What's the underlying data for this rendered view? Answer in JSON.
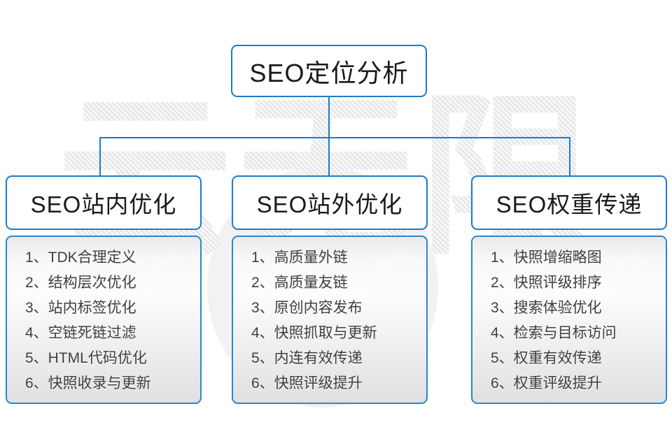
{
  "diagram": {
    "root": {
      "title": "SEO定位分析"
    },
    "watermark": {
      "text": "云无限"
    },
    "columns": [
      {
        "title": "SEO站内优化",
        "items": [
          "1、TDK合理定义",
          "2、结构层次优化",
          "3、站内标签优化",
          "4、空链死链过滤",
          "5、HTML代码优化",
          "6、快照收录与更新"
        ]
      },
      {
        "title": "SEO站外优化",
        "items": [
          "1、高质量外链",
          "2、高质量友链",
          "3、原创内容发布",
          "4、快照抓取与更新",
          "5、内连有效传递",
          "6、快照评级提升"
        ]
      },
      {
        "title": "SEO权重传递",
        "items": [
          "1、快照增缩略图",
          "2、快照评级排序",
          "3、搜索体验优化",
          "4、检索与目标访问",
          "5、权重有效传递",
          "6、权重评级提升"
        ]
      }
    ],
    "colors": {
      "accent_line_blue": "#1d7bc9",
      "panel_bottom_gray": "#e2e2e2",
      "list_text": "#3e3e3e"
    }
  }
}
